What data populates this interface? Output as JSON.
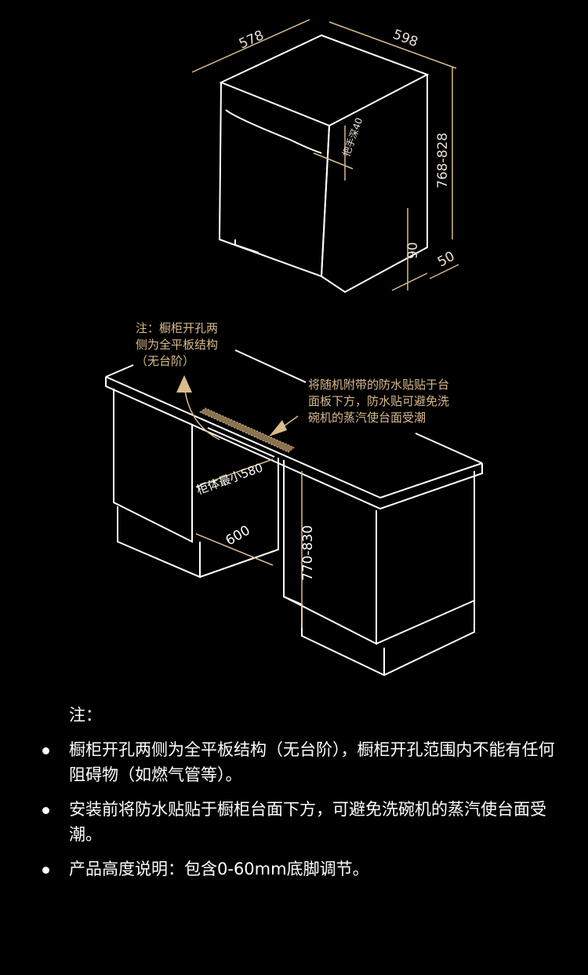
{
  "dishwasher": {
    "width": "598",
    "depth": "578",
    "height": "768-828",
    "handle_depth": "把手深40",
    "kick_height": "90",
    "kick_depth": "50"
  },
  "cabinet": {
    "note_left": [
      "注：橱柜开孔两",
      "侧为全平板结构",
      "（无台阶）"
    ],
    "note_right": [
      "将随机附带的防水贴贴于台",
      "面板下方，防水贴可避免洗",
      "碗机的蒸汽使台面受潮"
    ],
    "min_width": "柜体最小580",
    "depth": "600",
    "height": "770-830"
  },
  "notes": {
    "title": "注：",
    "items": [
      "橱柜开孔两侧为全平板结构（无台阶），橱柜开孔范围内不能有任何阻碍物（如燃气管等）。",
      "安装前将防水贴贴于橱柜台面下方，可避免洗碗机的蒸汽使台面受潮。",
      "产品高度说明：包含0-60mm底脚调节。"
    ]
  },
  "colors": {
    "accent": "#d9bb8c",
    "background": "#000000"
  }
}
